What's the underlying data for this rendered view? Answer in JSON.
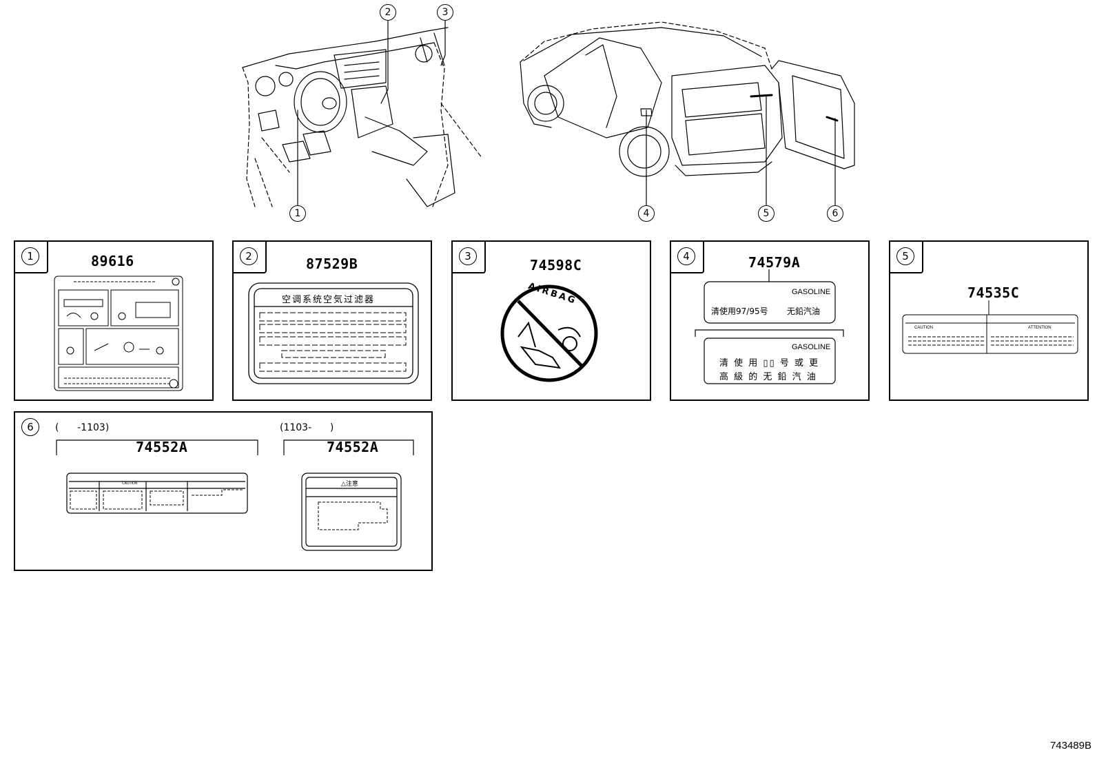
{
  "callouts": [
    "1",
    "2",
    "3",
    "4",
    "5",
    "6"
  ],
  "panels": [
    {
      "index": "1",
      "part": "89616"
    },
    {
      "index": "2",
      "part": "87529B",
      "title": "空调系统空気过滤器"
    },
    {
      "index": "3",
      "part": "74598C",
      "text": "AIRBAG"
    },
    {
      "index": "4",
      "part": "74579A",
      "label_a": {
        "fuel": "GASOLINE",
        "left": "清使用97/95号",
        "right": "无鉛汽油"
      },
      "label_b": {
        "fuel": "GASOLINE",
        "line1": "清 使 用 ▯▯ 号 或 更",
        "line2": "高 級 的 无 鉛 汽 油"
      }
    },
    {
      "index": "5",
      "part": "74535C",
      "caution": "CAUTION",
      "attention": "ATTENTION"
    },
    {
      "index": "6",
      "left": {
        "range": "(      -1103)",
        "part": "74552A",
        "caution": "CAUTION"
      },
      "right": {
        "range": "(1103-      )",
        "part": "74552A",
        "header": "△注意"
      }
    }
  ],
  "illustration_id": "743489B"
}
